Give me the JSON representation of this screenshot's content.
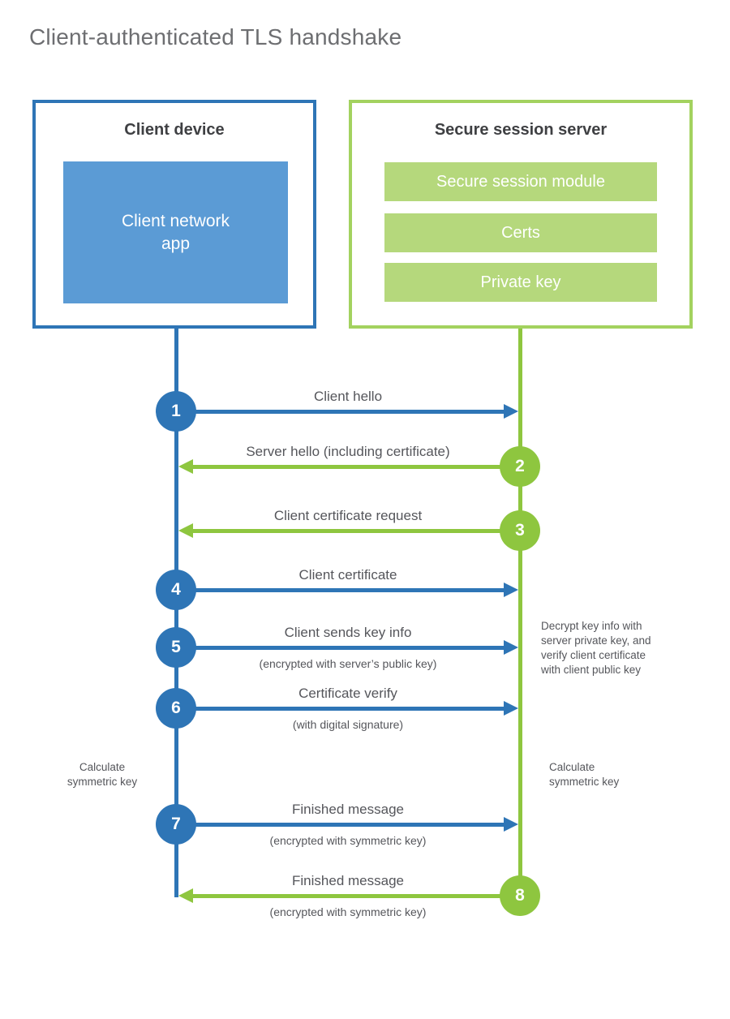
{
  "title": "Client-authenticated TLS handshake",
  "colors": {
    "client_accent": "#2e75b6",
    "client_fill": "#5b9bd5",
    "server_accent": "#8ec63f",
    "server_border": "#a3d25f",
    "server_fill": "#b5d87c",
    "text_dark": "#3f4043",
    "text_gray": "#55565b"
  },
  "client_box": {
    "title": "Client device",
    "app_label": "Client network\napp"
  },
  "server_box": {
    "title": "Secure session server",
    "modules": [
      "Secure session module",
      "Certs",
      "Private key"
    ]
  },
  "steps": [
    {
      "number": "1",
      "from": "client",
      "to": "server",
      "label": "Client hello",
      "sublabel": ""
    },
    {
      "number": "2",
      "from": "server",
      "to": "client",
      "label": "Server hello (including certificate)",
      "sublabel": ""
    },
    {
      "number": "3",
      "from": "server",
      "to": "client",
      "label": "Client certificate request",
      "sublabel": ""
    },
    {
      "number": "4",
      "from": "client",
      "to": "server",
      "label": "Client certificate",
      "sublabel": ""
    },
    {
      "number": "5",
      "from": "client",
      "to": "server",
      "label": "Client sends key info",
      "sublabel": "(encrypted with server’s public key)"
    },
    {
      "number": "6",
      "from": "client",
      "to": "server",
      "label": "Certificate verify",
      "sublabel": "(with digital signature)"
    },
    {
      "number": "7",
      "from": "client",
      "to": "server",
      "label": "Finished message",
      "sublabel": "(encrypted with symmetric key)"
    },
    {
      "number": "8",
      "from": "server",
      "to": "client",
      "label": "Finished message",
      "sublabel": "(encrypted with symmetric key)"
    }
  ],
  "notes": {
    "decrypt": "Decrypt key info with\nserver private key, and\nverify client certificate\nwith client public key",
    "calc_left": "Calculate\nsymmetric key",
    "calc_right": "Calculate\nsymmetric key"
  }
}
